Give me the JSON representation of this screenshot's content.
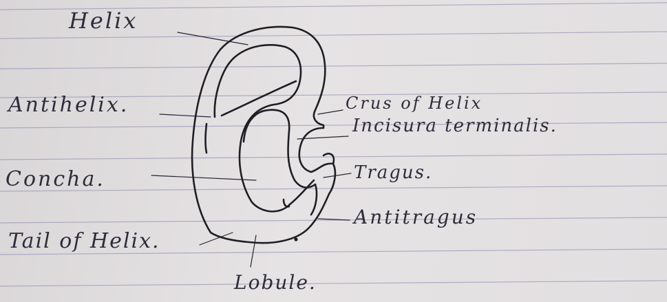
{
  "labels": {
    "helix": "Helix",
    "antihelix": "Antihelix.",
    "concha": "Concha.",
    "tail_of_helix": "Tail of Helix.",
    "lobule": "Lobule.",
    "crus_of_helix": "Crus of Helix",
    "incisura_terminalis": "Incisura terminalis.",
    "tragus": "Tragus.",
    "antitragus": "Antitragus"
  },
  "colors": {
    "paper": "#e3e0e2",
    "ruled_line": "#9b97b8",
    "ink_drawing": "#1e1e24",
    "ink_label": "#2d2d3a"
  }
}
